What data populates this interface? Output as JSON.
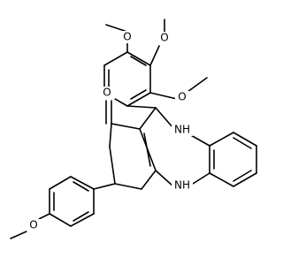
{
  "molecule": {
    "atoms": {
      "o_top_1": "O",
      "o_top_2": "O",
      "o_aryl_2": "O",
      "o_ketone": "O",
      "nh_upper": "NH",
      "nh_lower": "NH",
      "o_bottom": "O"
    },
    "colors": {
      "bond": "#000000",
      "label": "#000000",
      "background": "#ffffff"
    }
  }
}
